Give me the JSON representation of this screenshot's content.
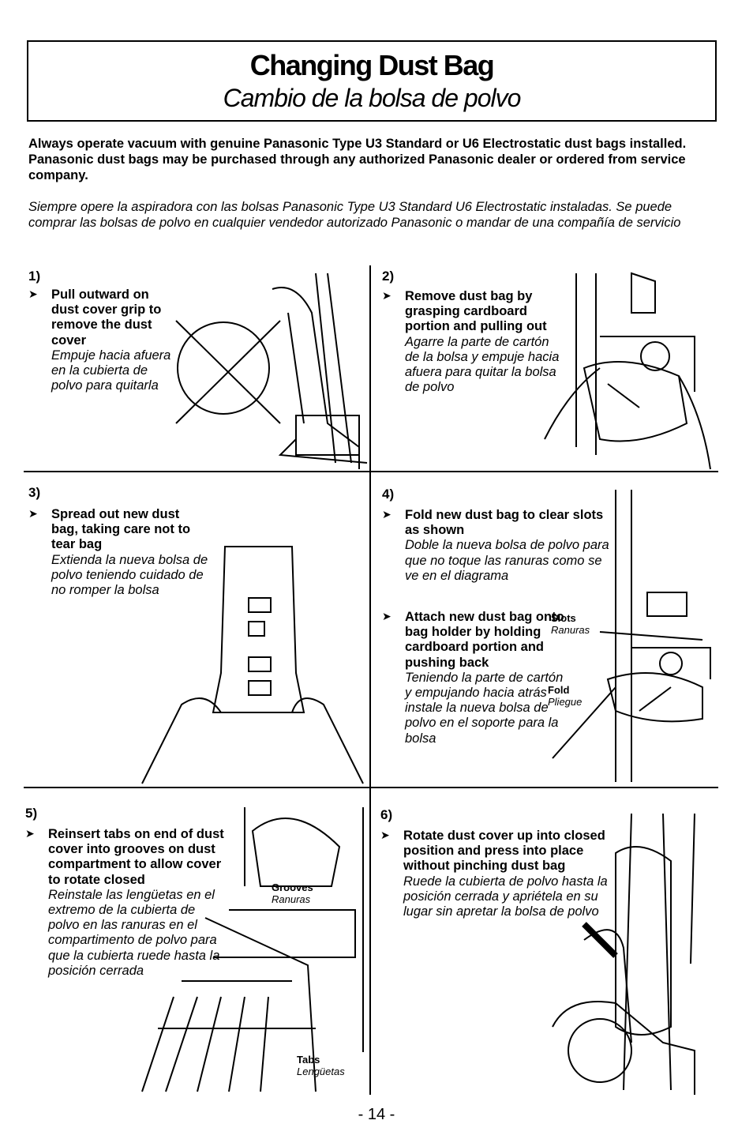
{
  "header": {
    "title_en": "Changing Dust Bag",
    "title_es": "Cambio de la bolsa de polvo"
  },
  "intro": {
    "en": "Always operate vacuum with genuine Panasonic Type U3 Standard or U6 Electrostatic dust bags installed. Panasonic dust bags may be purchased through any authorized Panasonic dealer or ordered from service company.",
    "es": "Siempre opere la aspiradora con las bolsas Panasonic Type U3 Standard U6 Electrostatic instaladas. Se puede comprar las bolsas de polvo en cualquier vendedor autorizado Panasonic o mandar de una compañía de servicio"
  },
  "steps": [
    {
      "num": "1)",
      "en": "Pull outward on dust cover grip to remove the dust cover",
      "es": "Empuje hacia afuera en la cubierta de polvo para quitarla"
    },
    {
      "num": "2)",
      "en": "Remove dust bag by grasping cardboard portion and pulling out",
      "es": "Agarre la parte de cartón de la bolsa y empuje hacia afuera para quitar la bolsa de polvo"
    },
    {
      "num": "3)",
      "en": "Spread out new dust bag, taking care not to tear bag",
      "es": "Extienda la nueva bolsa de polvo teniendo cuidado de no romper la bolsa"
    },
    {
      "num": "4)",
      "en": "Fold new dust bag to clear slots as shown",
      "es": "Doble la nueva bolsa de polvo para que no toque las ranuras como se ve en el diagrama",
      "en2": "Attach new dust bag onto bag holder by holding cardboard portion and pushing back",
      "es2": "Teniendo la parte de cartón y empujando hacia atrás instale la nueva bolsa de polvo en el soporte para la bolsa"
    },
    {
      "num": "5)",
      "en": "Reinsert tabs on end of dust cover into grooves on dust compartment to allow cover to rotate closed",
      "es": "Reinstale las lengüetas en el extremo de la cubierta de polvo en las ranuras en el compartimento de polvo para que la cubierta ruede hasta la posición cerrada"
    },
    {
      "num": "6)",
      "en": "Rotate dust cover up into closed position and press into place without pinching dust bag",
      "es": "Ruede la cubierta de polvo hasta la posición cerrada y apriétela en su lugar sin apretar la bolsa de polvo"
    }
  ],
  "labels": {
    "slots_en": "Slots",
    "slots_es": "Ranuras",
    "fold_en": "Fold",
    "fold_es": "Pliegue",
    "grooves_en": "Grooves",
    "grooves_es": "Ranuras",
    "tabs_en": "Tabs",
    "tabs_es": "Lengüetas"
  },
  "arrow_glyph": "➤",
  "page_number": "- 14 -"
}
